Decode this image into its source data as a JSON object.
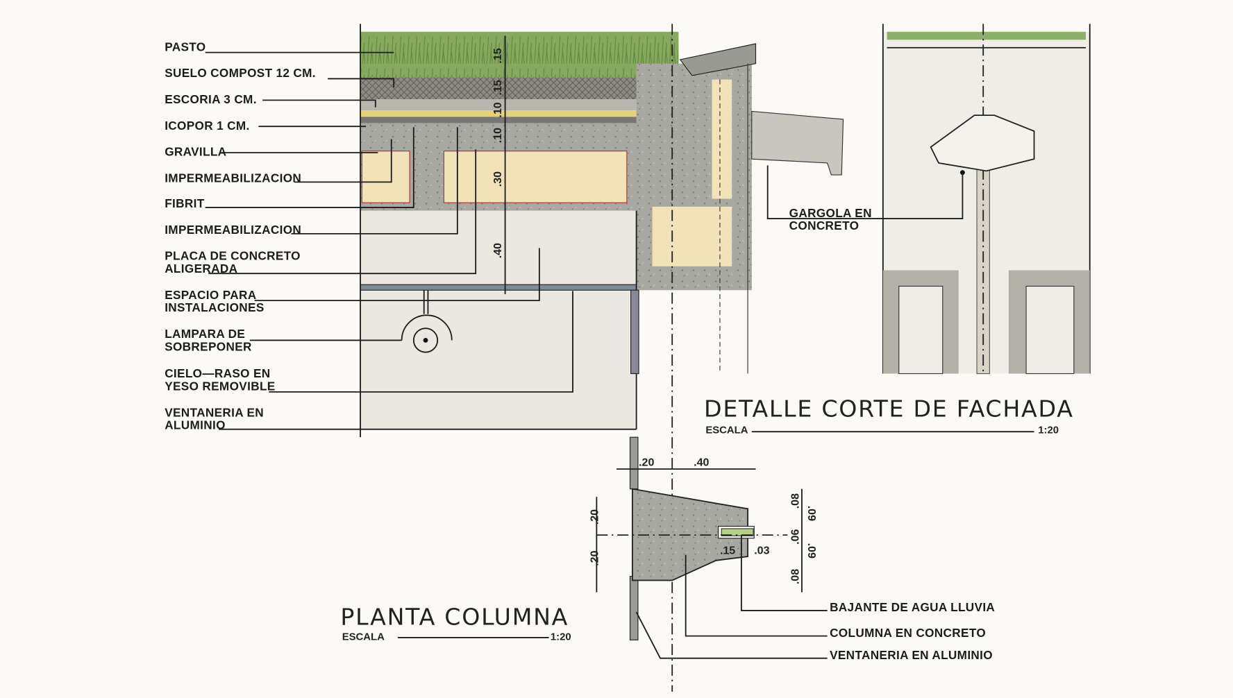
{
  "section_labels": [
    {
      "lines": [
        "PASTO"
      ]
    },
    {
      "lines": [
        "SUELO  COMPOST  12  CM."
      ]
    },
    {
      "lines": [
        "ESCORIA  3  CM."
      ]
    },
    {
      "lines": [
        "ICOPOR  1  CM."
      ]
    },
    {
      "lines": [
        "GRAVILLA"
      ]
    },
    {
      "lines": [
        "IMPERMEABILIZACION"
      ]
    },
    {
      "lines": [
        "FIBRIT"
      ]
    },
    {
      "lines": [
        "IMPERMEABILIZACION"
      ]
    },
    {
      "lines": [
        "PLACA  DE  CONCRETO",
        "ALIGERADA"
      ]
    },
    {
      "lines": [
        "ESPACIO  PARA",
        "INSTALACIONES"
      ]
    },
    {
      "lines": [
        "LAMPARA  DE",
        "SOBREPONER"
      ]
    },
    {
      "lines": [
        "CIELO—RASO  EN",
        "YESO  REMOVIBLE"
      ]
    },
    {
      "lines": [
        "VENTANERIA  EN",
        "ALUMINIO"
      ]
    }
  ],
  "section_dimensions": [
    ".15",
    ".15",
    ".10",
    ".10",
    ".30",
    ".40"
  ],
  "gargola_label": [
    "GARGOLA  EN",
    "CONCRETO"
  ],
  "detail_title": {
    "title": "DETALLE  CORTE  DE  FACHADA",
    "scale_label": "ESCALA",
    "scale": "1:20"
  },
  "plan_title": {
    "title": "PLANTA  COLUMNA",
    "scale_label": "ESCALA",
    "scale": "1:20"
  },
  "plan_dimensions": {
    "top": [
      ".20",
      ".40"
    ],
    "left": [
      ".20",
      ".20"
    ],
    "right": [
      ".08",
      ".09",
      ".06",
      ".09",
      ".08"
    ],
    "inner": [
      ".15",
      ".03"
    ]
  },
  "plan_labels": [
    "BAJANTE  DE  AGUA  LLUVIA",
    "COLUMNA  EN  CONCRETO",
    "VENTANERIA  EN  ALUMINIO"
  ],
  "colors": {
    "grass": "#7fa35a",
    "concrete": "#a9a9a3",
    "void": "#f1e2b8",
    "ceiling": "#e9e6de",
    "pipe": "#b6cf86"
  }
}
